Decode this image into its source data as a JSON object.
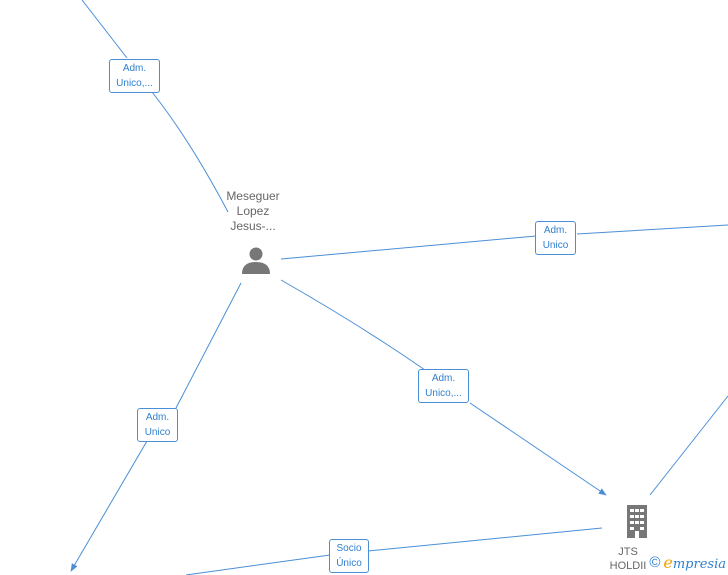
{
  "nodes": {
    "person": {
      "name": "Meseguer\nLopez\nJesus-...",
      "icon": "person-icon"
    },
    "company": {
      "name": "JTS\nHOLDII",
      "icon": "building-icon"
    }
  },
  "edges": {
    "e1": {
      "label": "Adm.\nUnico,..."
    },
    "e2": {
      "label": "Adm.\nUnico"
    },
    "e3": {
      "label": "Adm.\nUnico,..."
    },
    "e4": {
      "label": "Adm.\nUnico"
    },
    "e5": {
      "label": "Socio\nÚnico"
    }
  },
  "footer": {
    "copyright": "©",
    "brand_first": "e",
    "brand_rest": "mpresia"
  },
  "colors": {
    "edge": "#4a8fd6",
    "label_text": "#2f7fd0",
    "node_text": "#666666",
    "icon": "#777777",
    "brand_e": "#f0a400"
  }
}
